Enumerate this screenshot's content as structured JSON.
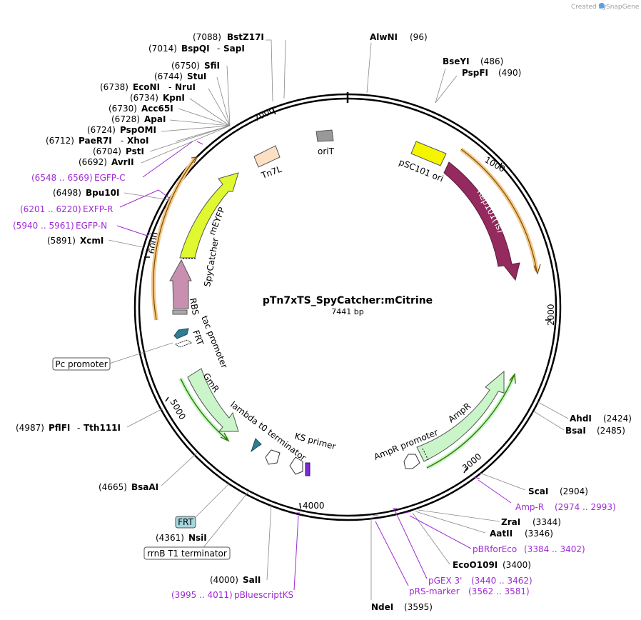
{
  "watermark": {
    "created_by": "Created by",
    "brand": "SnapGene"
  },
  "plasmid": {
    "name": "pTn7xTS_SpyCatcher:mCitrine",
    "size_label": "7441 bp"
  },
  "ruler_ticks": [
    "1000",
    "2000",
    "3000",
    "4000",
    "5000",
    "6000",
    "7000"
  ],
  "features": {
    "oriT": "oriT",
    "tn7l": "Tn7L",
    "psc101": "pSC101 ori",
    "rep101": "Rep101(Ts)",
    "meyfp": "mEYFP",
    "spycatcher": "SpyCatcher",
    "rbs": "RBS",
    "tac": "tac promoter",
    "frt": "FRT",
    "gmr": "GmR",
    "lambda": "lambda t0 terminator",
    "ks": "KS primer",
    "ampr_prom": "AmpR promoter",
    "ampr": "AmpR"
  },
  "boxed": {
    "pc_promoter": "Pc promoter",
    "frt": "FRT",
    "rrnb": "rrnB T1 terminator"
  },
  "sites": {
    "bstz17i": {
      "pos": "(7088)",
      "name": "BstZ17I"
    },
    "bspqi": {
      "pos": "(7014)",
      "name": "BspQI",
      "name2": "SapI"
    },
    "sfii": {
      "pos": "(6750)",
      "name": "SfiI"
    },
    "stui": {
      "pos": "(6744)",
      "name": "StuI"
    },
    "econi": {
      "pos": "(6738)",
      "name": "EcoNI",
      "name2": "NruI"
    },
    "kpni": {
      "pos": "(6734)",
      "name": "KpnI"
    },
    "acc65i": {
      "pos": "(6730)",
      "name": "Acc65I"
    },
    "apai": {
      "pos": "(6728)",
      "name": "ApaI"
    },
    "pspomi": {
      "pos": "(6724)",
      "name": "PspOMI"
    },
    "paer7i": {
      "pos": "(6712)",
      "name": "PaeR7I",
      "name2": "XhoI"
    },
    "psti": {
      "pos": "(6704)",
      "name": "PstI"
    },
    "avrii": {
      "pos": "(6692)",
      "name": "AvrII"
    },
    "bpu10i": {
      "pos": "(6498)",
      "name": "Bpu10I"
    },
    "xcmi": {
      "pos": "(5891)",
      "name": "XcmI"
    },
    "pflfi": {
      "pos": "(4987)",
      "name": "PflFI",
      "name2": "Tth111I"
    },
    "bsaai": {
      "pos": "(4665)",
      "name": "BsaAI"
    },
    "nsii": {
      "pos": "(4361)",
      "name": "NsiI"
    },
    "sali": {
      "pos": "(4000)",
      "name": "SalI"
    },
    "alwni": {
      "name": "AlwNI",
      "pos": "(96)"
    },
    "bseyi": {
      "name": "BseYI",
      "pos": "(486)"
    },
    "pspfi": {
      "name": "PspFI",
      "pos": "(490)"
    },
    "ahdi": {
      "name": "AhdI",
      "pos": "(2424)"
    },
    "bsai": {
      "name": "BsaI",
      "pos": "(2485)"
    },
    "scai": {
      "name": "ScaI",
      "pos": "(2904)"
    },
    "zrai": {
      "name": "ZraI",
      "pos": "(3344)"
    },
    "aatii": {
      "name": "AatII",
      "pos": "(3346)"
    },
    "eco0109i": {
      "name": "EcoO109I",
      "pos": "(3400)"
    },
    "ndei": {
      "name": "NdeI",
      "pos": "(3595)"
    }
  },
  "primers": {
    "egfpc": {
      "range": "(6548 .. 6569)",
      "name": "EGFP-C"
    },
    "exfpr": {
      "range": "(6201 .. 6220)",
      "name": "EXFP-R"
    },
    "egfpn": {
      "range": "(5940 .. 5961)",
      "name": "EGFP-N"
    },
    "pbluescriptks": {
      "range": "(3995 .. 4011)",
      "name": "pBluescriptKS"
    },
    "ampr": {
      "name": "Amp-R",
      "range": "(2974 .. 2993)"
    },
    "pbrforeco": {
      "name": "pBRforEco",
      "range": "(3384 .. 3402)"
    },
    "pgex3": {
      "name": "pGEX 3'",
      "range": "(3440 .. 3462)"
    },
    "prsmarker": {
      "name": "pRS-marker",
      "range": "(3562 .. 3581)"
    }
  },
  "colors": {
    "purple": "#a02bd6",
    "orange": "#f3c98a",
    "rep101": "#942a5e",
    "meyfp": "#e0f830",
    "spycatcher": "#c98fb0",
    "gmr": "#c9f5c9",
    "ampr": "#c9f5c9",
    "frt": "#2f7c93",
    "psc101": "#f5f500",
    "tn7l": "#fde0c4",
    "orit": "#999999",
    "frt_box": "#a6d6dc"
  }
}
